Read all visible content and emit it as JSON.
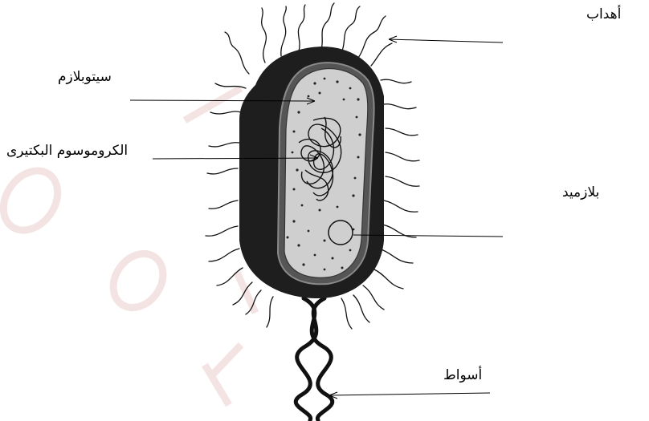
{
  "labels": {
    "hair": "أهداب",
    "cytoplasm": "سيتوبلازم",
    "chromosome": "الكروموسوم البكتيرى",
    "plasmid": "بلازميد",
    "flagellum": "أسواط"
  },
  "colors": {
    "cell_wall": "#1e1e1e",
    "cytoplasm": "#cfcfcf",
    "watermark": "#f2dede",
    "lines": "#000000"
  }
}
